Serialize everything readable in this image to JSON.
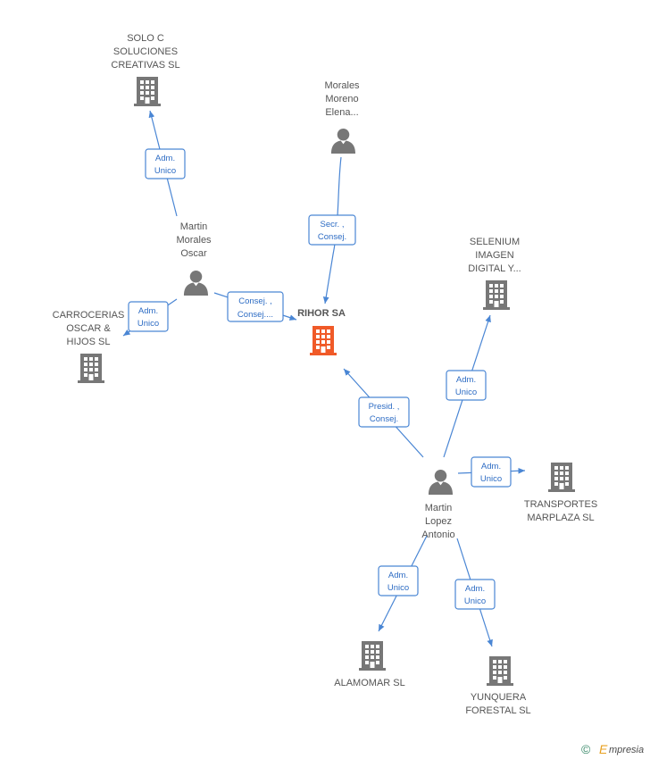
{
  "colors": {
    "edge": "#4a86d4",
    "node_company": "#777777",
    "node_person": "#777777",
    "node_main": "#f05a28",
    "label": "#555555"
  },
  "nodes": {
    "main": {
      "lines": [
        "RIHOR SA"
      ],
      "icon": "building-icon"
    },
    "solo": {
      "lines": [
        "SOLO C",
        "SOLUCIONES",
        "CREATIVAS SL"
      ],
      "icon": "building-icon"
    },
    "carrocerias": {
      "lines": [
        "CARROCERIAS",
        "OSCAR &",
        "HIJOS SL"
      ],
      "icon": "building-icon"
    },
    "selenium": {
      "lines": [
        "SELENIUM",
        "IMAGEN",
        "DIGITAL Y..."
      ],
      "icon": "building-icon"
    },
    "transportes": {
      "lines": [
        "TRANSPORTES",
        "MARPLAZA SL"
      ],
      "icon": "building-icon"
    },
    "alamomar": {
      "lines": [
        "ALAMOMAR SL"
      ],
      "icon": "building-icon"
    },
    "yunquera": {
      "lines": [
        "YUNQUERA",
        "FORESTAL SL"
      ],
      "icon": "building-icon"
    },
    "oscar": {
      "lines": [
        "Martin",
        "Morales",
        "Oscar"
      ],
      "icon": "person-icon"
    },
    "elena": {
      "lines": [
        "Morales",
        "Moreno",
        "Elena..."
      ],
      "icon": "person-icon"
    },
    "antonio": {
      "lines": [
        "Martin",
        "Lopez",
        "Antonio"
      ],
      "icon": "person-icon"
    }
  },
  "edges": {
    "oscar_solo": [
      "Adm.",
      "Unico"
    ],
    "oscar_carrocerias": [
      "Adm.",
      "Unico"
    ],
    "oscar_main": [
      "Consej. ,",
      "Consej...."
    ],
    "elena_main": [
      "Secr. ,",
      "Consej."
    ],
    "antonio_main": [
      "Presid. ,",
      "Consej."
    ],
    "antonio_selenium": [
      "Adm.",
      "Unico"
    ],
    "antonio_transportes": [
      "Adm.",
      "Unico"
    ],
    "antonio_alamomar": [
      "Adm.",
      "Unico"
    ],
    "antonio_yunquera": [
      "Adm.",
      "Unico"
    ]
  },
  "watermark": {
    "symbol": "©",
    "brand": "mpresia",
    "brand_initial": "E"
  }
}
